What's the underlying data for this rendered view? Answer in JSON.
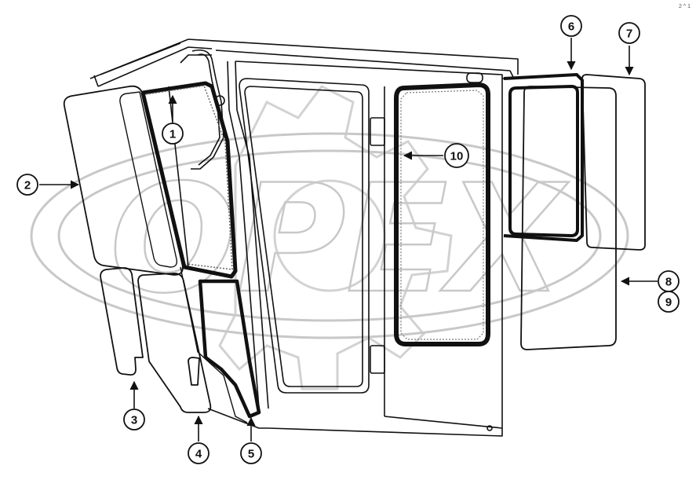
{
  "diagram": {
    "type": "exploded-parts-diagram",
    "subject": "cab windows and seals",
    "line_color": "#111111",
    "watermark": {
      "text": "OPEX",
      "color": "#c8c8c8",
      "gear_color": "#d2d2d2"
    },
    "corner_stamp": "2 ^ 1",
    "callouts": [
      {
        "id": "1",
        "label": "1"
      },
      {
        "id": "2",
        "label": "2"
      },
      {
        "id": "3",
        "label": "3"
      },
      {
        "id": "4",
        "label": "4"
      },
      {
        "id": "5",
        "label": "5"
      },
      {
        "id": "6",
        "label": "6"
      },
      {
        "id": "7",
        "label": "7"
      },
      {
        "id": "8",
        "label": "8"
      },
      {
        "id": "9",
        "label": "9"
      },
      {
        "id": "10",
        "label": "10"
      }
    ]
  }
}
